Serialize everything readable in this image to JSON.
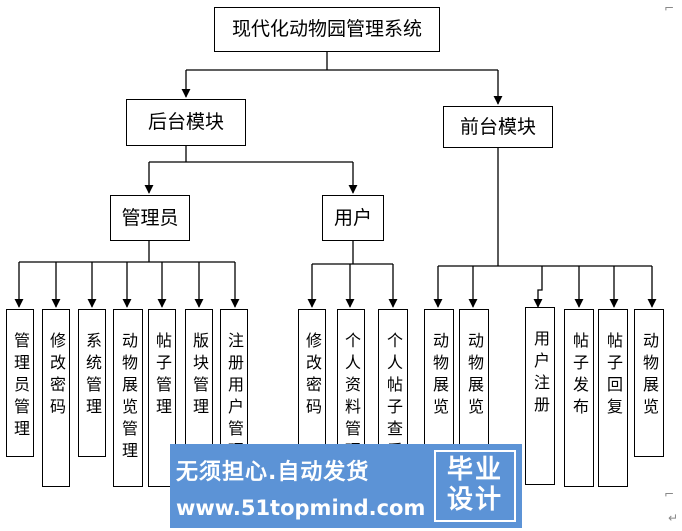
{
  "root": "现代化动物园管理系统",
  "branches": {
    "backend": "后台模块",
    "frontend": "前台模块"
  },
  "roles": {
    "admin": "管理员",
    "user": "用户"
  },
  "admin_functions": [
    "管理员管理",
    "修改密码",
    "系统管理",
    "动物展览管理",
    "帖子管理",
    "版块管理",
    "注册用户管理"
  ],
  "user_functions": [
    "修改密码",
    "个人资料管理",
    "个人帖子查看"
  ],
  "frontend_functions": [
    "动物展览",
    "动物展览",
    "用户注册",
    "帖子发布",
    "帖子回复",
    "动物展览"
  ],
  "watermark": {
    "slogan": "无须担心.自动发货",
    "url": "www.51topmind.com",
    "badge_line1": "毕业",
    "badge_line2": "设计"
  },
  "colors": {
    "watermark_bg": "#5c93d6",
    "line": "#000000"
  }
}
